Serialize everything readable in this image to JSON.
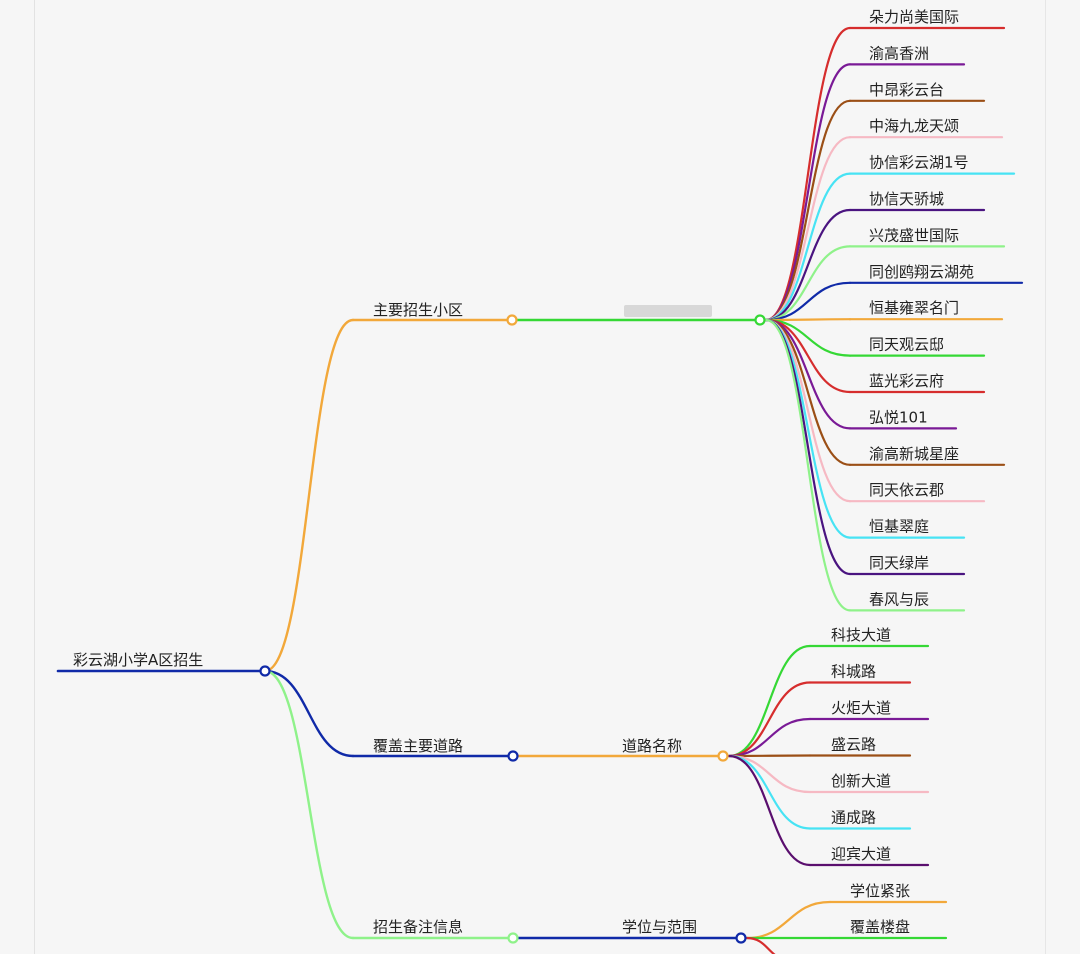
{
  "colors": {
    "red": "#d62d2d",
    "purple": "#7a1a96",
    "brown": "#9b4f16",
    "pink": "#f6b9c3",
    "cyan": "#47e3f4",
    "indigo": "#4a1480",
    "lightgreen": "#8ff28a",
    "navy": "#102aa8",
    "orange": "#f2a83a",
    "green": "#35d835",
    "darkpurple": "#5a0f6e"
  },
  "root": {
    "label": "彩云湖小学A区招生"
  },
  "branches": [
    {
      "label": "主要招生小区",
      "sub_label": "",
      "items": [
        "朵力尚美国际",
        "渝高香洲",
        "中昂彩云台",
        "中海九龙天颂",
        "协信彩云湖1号",
        "协信天骄城",
        "兴茂盛世国际",
        "同创鸥翔云湖苑",
        "恒基雍翠名门",
        "同天观云邸",
        "蓝光彩云府",
        "弘悦101",
        "渝高新城星座",
        "同天依云郡",
        "恒基翠庭",
        "同天绿岸",
        "春风与辰"
      ]
    },
    {
      "label": "覆盖主要道路",
      "sub_label": "道路名称",
      "items": [
        "科技大道",
        "科城路",
        "火炬大道",
        "盛云路",
        "创新大道",
        "通成路",
        "迎宾大道"
      ]
    },
    {
      "label": "招生备注信息",
      "sub_label": "学位与范围",
      "items": [
        "学位紧张",
        "覆盖楼盘"
      ]
    }
  ]
}
